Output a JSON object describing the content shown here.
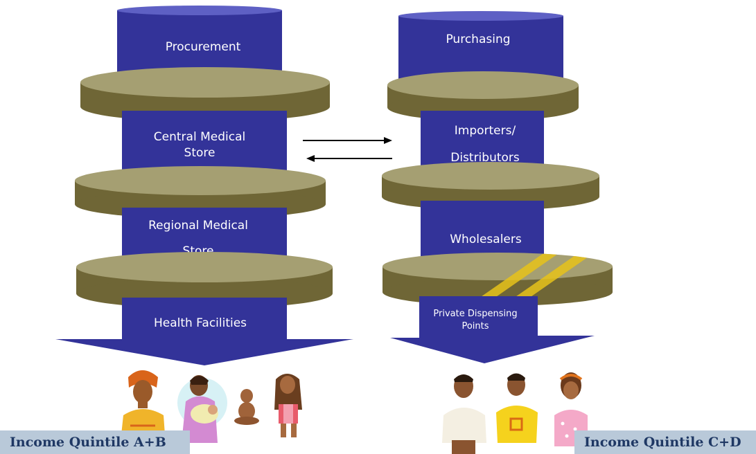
{
  "colors": {
    "column": "#333399",
    "column_top": "#5e60c4",
    "disc_top": "#a59f72",
    "disc_side": "#6f6636",
    "arrow": "#000000",
    "income_bg": "#b9c9d9",
    "income_text": "#1f3864"
  },
  "public_chain": {
    "procurement": "Procurement",
    "central_line1": "Central Medical",
    "central_line2": "Store",
    "regional_line1": "Regional Medical",
    "regional_line2": "Store",
    "health_facilities": "Health Facilities"
  },
  "private_chain": {
    "purchasing": "Purchasing",
    "importers_line1": "Importers/",
    "importers_line2": "Distributors",
    "wholesalers": "Wholesalers",
    "dispensing_line1": "Private Dispensing",
    "dispensing_line2": "Points"
  },
  "income_left": "Income Quintile A+B",
  "income_right": "Income Quintile C+D",
  "people_left": [
    "woman-headwrap",
    "mother-with-baby",
    "baby",
    "girl-braids"
  ],
  "people_right": [
    "man",
    "boy",
    "girl"
  ]
}
